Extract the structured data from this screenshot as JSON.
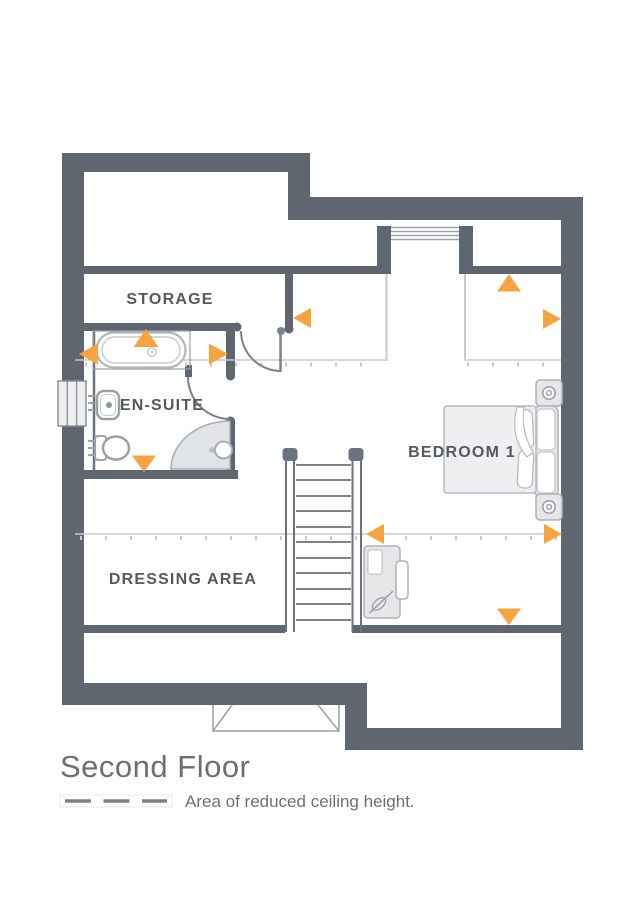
{
  "page": {
    "title": "Second Floor"
  },
  "floor_plan": {
    "rooms": [
      {
        "name": "storage",
        "label": "STORAGE"
      },
      {
        "name": "en-suite",
        "label": "EN-SUITE"
      },
      {
        "name": "bedroom-1",
        "label": "BEDROOM 1"
      },
      {
        "name": "dressing-area",
        "label": "DRESSING AREA"
      }
    ],
    "fixtures": [
      "bathtub",
      "wash-basin",
      "toilet",
      "shower",
      "staircase",
      "double-bed",
      "nightstand-lamp",
      "nightstand-lamp",
      "dressing-table",
      "wall-window",
      "dormer-window",
      "dormer-bay",
      "door",
      "door"
    ],
    "arrows": {
      "color": "#f6a440",
      "count": 10,
      "directions": [
        "up",
        "left",
        "right",
        "left",
        "up",
        "right",
        "down",
        "right",
        "left",
        "down"
      ]
    }
  },
  "legend": {
    "label": "Area of reduced ceiling height."
  },
  "colors": {
    "wall": "#5f6670",
    "fixture_outline": "#9aa1a7",
    "room_label": "#54595f",
    "title_text": "#6a7076",
    "reduced_ceiling_line": "#c7cacd",
    "accent_orange": "#f6a440"
  }
}
